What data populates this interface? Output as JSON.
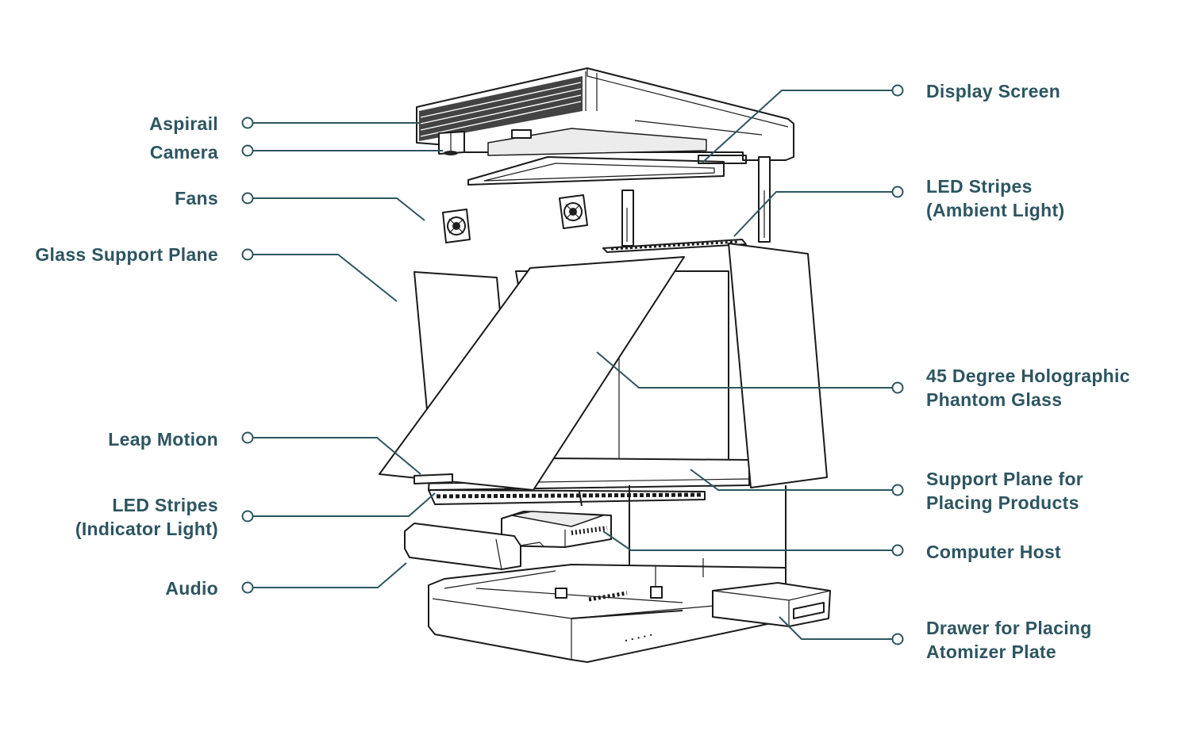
{
  "labels": {
    "left": [
      {
        "id": "aspirail",
        "lines": [
          "Aspirail"
        ]
      },
      {
        "id": "camera",
        "lines": [
          "Camera"
        ]
      },
      {
        "id": "fans",
        "lines": [
          "Fans"
        ]
      },
      {
        "id": "glass_support_plane",
        "lines": [
          "Glass Support Plane"
        ]
      },
      {
        "id": "leap_motion",
        "lines": [
          "Leap Motion"
        ]
      },
      {
        "id": "led_indicator",
        "lines": [
          "LED Stripes",
          "(Indicator Light)"
        ]
      },
      {
        "id": "audio",
        "lines": [
          "Audio"
        ]
      }
    ],
    "right": [
      {
        "id": "display_screen",
        "lines": [
          "Display Screen"
        ]
      },
      {
        "id": "led_ambient",
        "lines": [
          "LED Stripes",
          "(Ambient Light)"
        ]
      },
      {
        "id": "holographic_glass",
        "lines": [
          "45 Degree Holographic",
          "Phantom Glass"
        ]
      },
      {
        "id": "support_plane",
        "lines": [
          "Support Plane for",
          "Placing Products"
        ]
      },
      {
        "id": "computer_host",
        "lines": [
          "Computer Host"
        ]
      },
      {
        "id": "drawer",
        "lines": [
          "Drawer for Placing",
          "Atomizer Plate"
        ]
      }
    ]
  },
  "colors": {
    "callout": "#2d5560",
    "drawing": "#1a1a1a",
    "background": "#ffffff"
  }
}
